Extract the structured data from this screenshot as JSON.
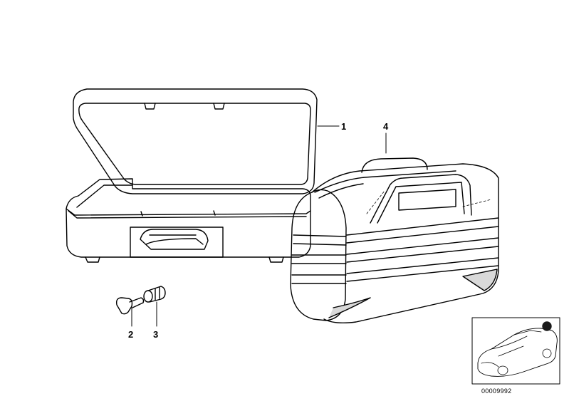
{
  "diagram": {
    "parts": [
      {
        "number": "1"
      },
      {
        "number": "2"
      },
      {
        "number": "3"
      },
      {
        "number": "4"
      }
    ],
    "case_badge_text": "",
    "reference_code": "00009992"
  },
  "colors": {
    "line": "#000000",
    "background": "#ffffff",
    "shade": "#d9d9d9",
    "dark": "#1a1a1a"
  }
}
